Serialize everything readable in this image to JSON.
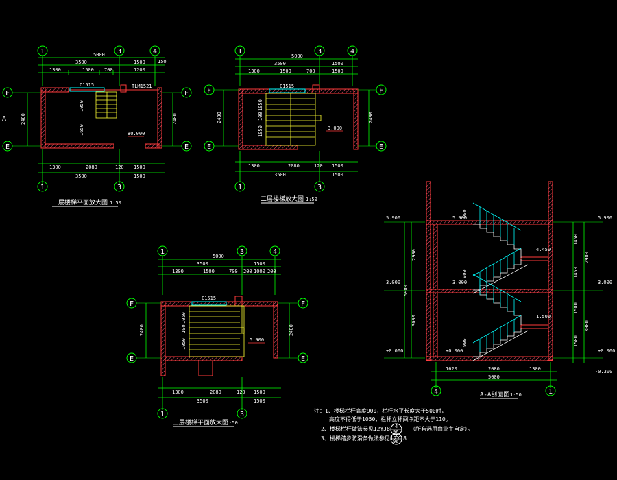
{
  "colors": {
    "background": "#000000",
    "wall": "#ff3a3a",
    "dimension": "#00ff00",
    "stair": "#ffff33",
    "rail": "#00ffff",
    "text": "#ffffff",
    "hatch": "#ff5577"
  },
  "plan1": {
    "title": "一层楼梯平面放大图",
    "scale": "1:50",
    "axes_top": [
      "1",
      "3",
      "4"
    ],
    "axes_bottom": [
      "1",
      "3"
    ],
    "axes_left": [
      "F",
      "E"
    ],
    "axes_right": [
      "F",
      "E"
    ],
    "dims_top_total": "5000",
    "dims_top_mid": [
      "3500",
      "1500",
      "150"
    ],
    "dims_top_inner": [
      "1300",
      "1500",
      "700",
      "1200"
    ],
    "dims_bottom_inner": [
      "1300",
      "2080",
      "120",
      "1500"
    ],
    "dims_bottom_total": [
      "3500",
      "1500"
    ],
    "dim_left": "2400",
    "dim_right": "2400",
    "window": "C1515",
    "door": "TLM1521",
    "stair_dims": [
      "1050",
      "1650"
    ],
    "level": "±0.000",
    "section_mark": "A"
  },
  "plan2": {
    "title": "二层楼梯放大图",
    "scale": "1:50",
    "axes_top": [
      "1",
      "3",
      "4"
    ],
    "axes_bottom": [
      "1",
      "3"
    ],
    "axes_left": [
      "F",
      "E"
    ],
    "axes_right": [
      "F",
      "E"
    ],
    "dims_top_total": "5000",
    "dims_top_mid": [
      "3500",
      "1500"
    ],
    "dims_top_inner": [
      "1300",
      "1500",
      "700",
      "1500"
    ],
    "dims_bottom_inner": [
      "1300",
      "2080",
      "120",
      "1500"
    ],
    "dims_bottom_total": [
      "3500",
      "1500"
    ],
    "dim_left": "2400",
    "dim_right": "2400",
    "window": "C1515",
    "stair_dims": [
      "1050",
      "100",
      "1050"
    ],
    "level": "3.000"
  },
  "plan3": {
    "title": "三层楼梯平面放大图",
    "scale": "1:50",
    "axes_top": [
      "1",
      "3",
      "4"
    ],
    "axes_bottom": [
      "1",
      "3"
    ],
    "axes_left": [
      "F",
      "E"
    ],
    "axes_right": [
      "F",
      "E"
    ],
    "dims_top_total": "5000",
    "dims_top_mid": [
      "3500",
      "1500"
    ],
    "dims_top_inner": [
      "1300",
      "1500",
      "700",
      "200",
      "1000",
      "200"
    ],
    "dims_bottom_inner": [
      "1300",
      "2080",
      "120",
      "1500"
    ],
    "dims_bottom_total": [
      "3500",
      "1500"
    ],
    "dim_left": "2400",
    "dim_right": "2400",
    "window": "C1515",
    "stair_dims": [
      "1050",
      "100",
      "1050"
    ],
    "level": "5.900"
  },
  "section": {
    "title": "A-A剖面图",
    "scale": "1:50",
    "axes_bottom": [
      "4",
      "1"
    ],
    "bottom_dims": [
      "1620",
      "2080",
      "1300"
    ],
    "bottom_total": "5000",
    "levels_left": [
      "5.900",
      "3.000",
      "±0.000"
    ],
    "levels_inner": [
      "5.900",
      "3.000",
      "±0.000"
    ],
    "levels_right": [
      "5.900",
      "3.000",
      "±0.000",
      "-0.300"
    ],
    "landings": [
      "4.450",
      "1.500"
    ],
    "left_dims": [
      "2900",
      "3000"
    ],
    "left_total": "5900",
    "right_dims": [
      "1450",
      "1450",
      "1500",
      "1500"
    ],
    "right_mid": [
      "2900",
      "3000"
    ],
    "rail_height": "900"
  },
  "notes": {
    "lines": [
      "注：1、楼梯栏杆高度900，栏杆水平长度大于500时，",
      "高度不得低于1050，栏杆立杆间净距不大于110。",
      "2、楼梯栏杆做法参见12YJ8",
      "（所有选用由业主自定）。",
      "3、楼梯踏步防滑条做法参见12YJ8"
    ],
    "ref_top": [
      "4",
      "7"
    ],
    "ref_bottom": [
      "96",
      "96"
    ]
  }
}
